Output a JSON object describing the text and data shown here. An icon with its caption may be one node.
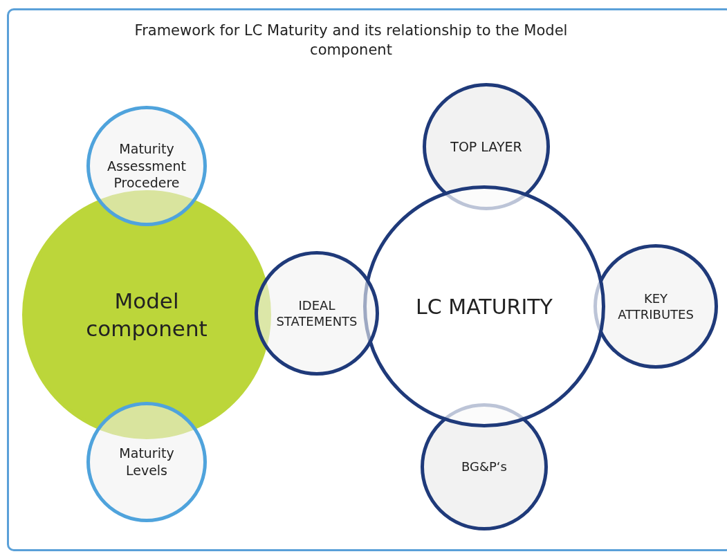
{
  "diagram": {
    "title": "Framework for LC Maturity and its relationship to the Model component",
    "nodes": [
      {
        "text": [
          "Maturity Assessment Procedere"
        ]
      },
      {
        "text": [
          "TOP LAYER"
        ]
      },
      {
        "text": [
          "Model component"
        ]
      },
      {
        "text": [
          "IDEAL STATEMENTS"
        ]
      },
      {
        "text": [
          "LC MATURITY"
        ]
      },
      {
        "text": [
          "KEY ATTRIBUTES"
        ]
      },
      {
        "text": [
          "Maturity Levels"
        ]
      },
      {
        "text": [
          "BG&P‘s"
        ]
      }
    ]
  }
}
